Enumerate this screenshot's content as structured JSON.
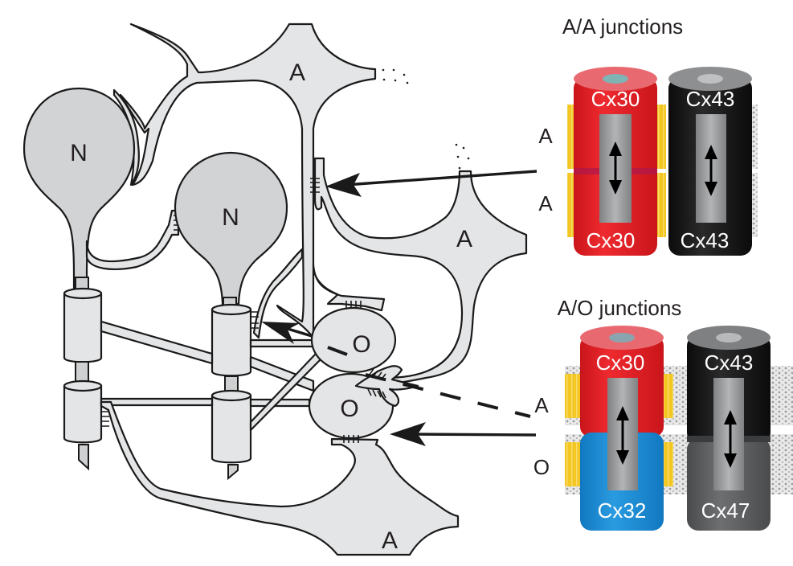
{
  "figure": {
    "diagram": {
      "cell_labels": {
        "astrocyte_top": "A",
        "astrocyte_mid": "A",
        "astrocyte_bottom": "A",
        "neuron_left": "N",
        "neuron_mid": "N",
        "oligodendrocyte_top": "O",
        "oligodendrocyte_bottom": "O"
      }
    },
    "panel_aa": {
      "title": "A/A junctions",
      "side_labels": [
        "A",
        "A"
      ],
      "channels": [
        {
          "top": "Cx30",
          "bottom": "Cx30",
          "top_color": "#e31e24",
          "bottom_color": "#e31e24"
        },
        {
          "top": "Cx43",
          "bottom": "Cx43",
          "top_color": "#161616",
          "bottom_color": "#161616"
        }
      ]
    },
    "panel_ao": {
      "title": "A/O junctions",
      "side_labels": [
        "A",
        "O"
      ],
      "channels": [
        {
          "top": "Cx30",
          "bottom": "Cx32",
          "top_color": "#e31e24",
          "bottom_color": "#1b8fd6"
        },
        {
          "top": "Cx43",
          "bottom": "Cx47",
          "top_color": "#161616",
          "bottom_color": "#5c5d5f"
        }
      ]
    },
    "colors": {
      "cell_fill": "#e4e5e6",
      "neuron_fill": "#d2d3d5",
      "outline": "#1a1a1a",
      "membrane_yellow": "#f3c622",
      "pore": "#9a9b9d"
    }
  }
}
